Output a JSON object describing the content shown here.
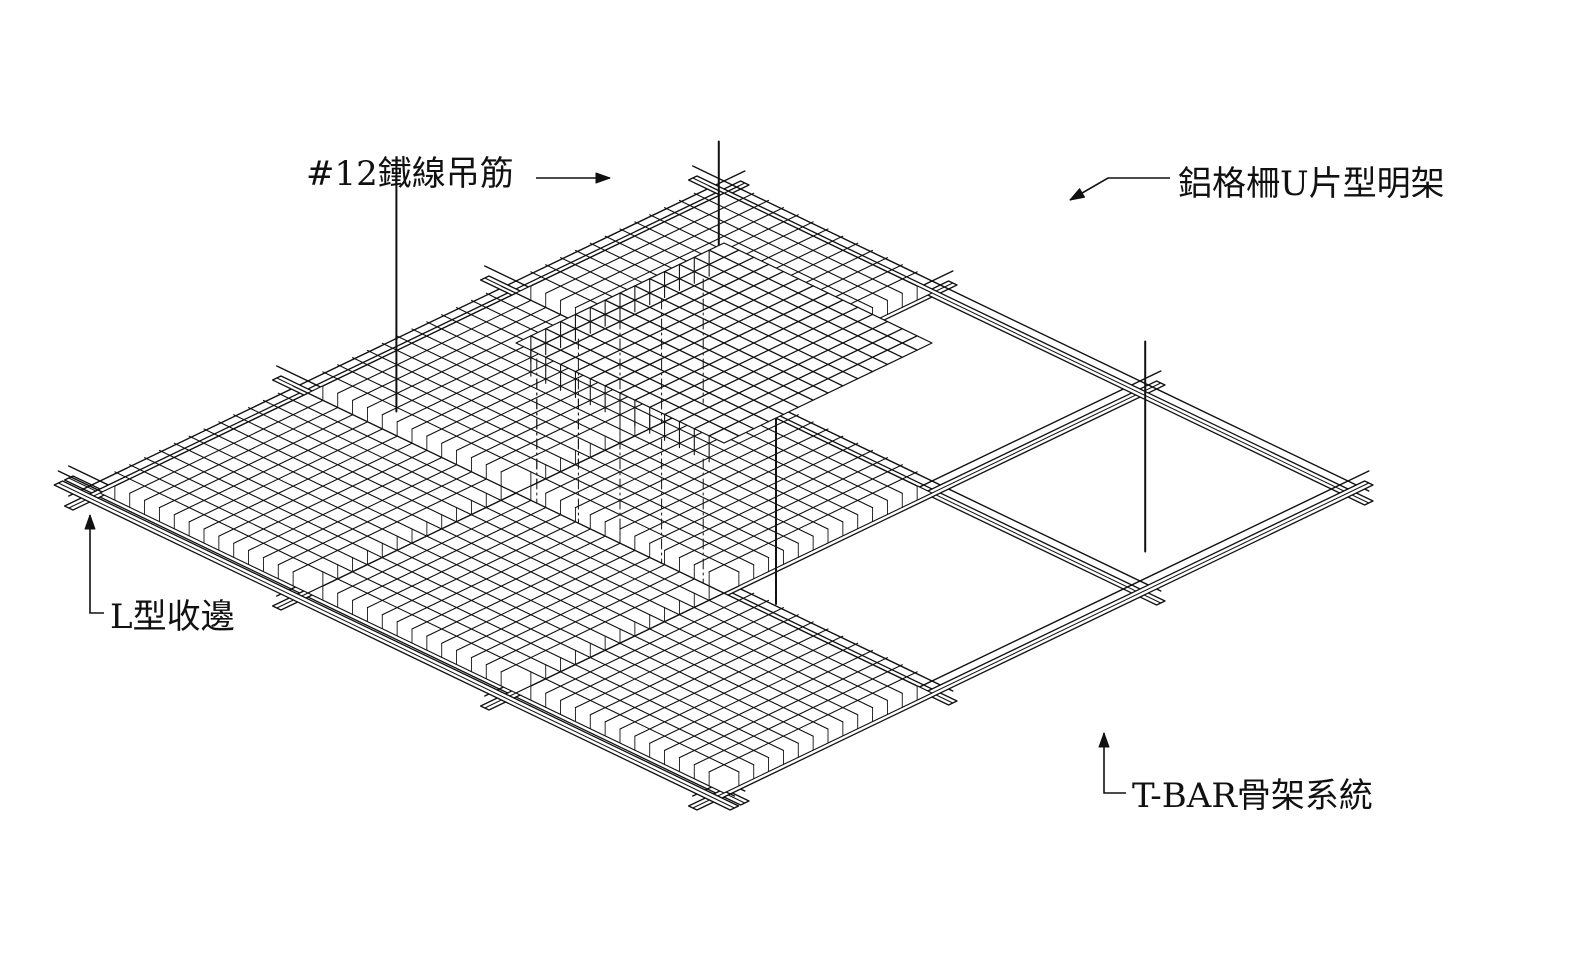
{
  "labels": {
    "hanger_wire": "#12鐵線吊筋",
    "grille_module": "鋁格柵U片型明架",
    "edge_trim": "L型收邊",
    "tbar_system": "T-BAR骨架系統"
  },
  "colors": {
    "line": "#111111",
    "fill": "#ffffff",
    "background": "#ffffff"
  }
}
